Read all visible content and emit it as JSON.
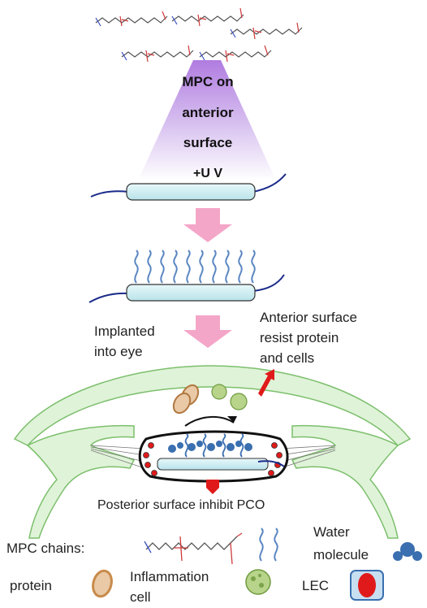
{
  "top": {
    "mpc_line1": "MPC on",
    "mpc_line2": "anterior",
    "mpc_line3": "surface",
    "uv": "+U V"
  },
  "labels": {
    "implanted_line1": "Implanted",
    "implanted_line2": "into eye",
    "anterior_line1": "Anterior surface",
    "anterior_line2": "resist protein",
    "anterior_line3": "and cells",
    "posterior": "Posterior surface inhibit PCO"
  },
  "legend": {
    "mpc_chains": "MPC chains:",
    "water_line1": "Water",
    "water_line2": "molecule",
    "protein": "protein",
    "inflammation_line1": "Inflammation",
    "inflammation_line2": "cell",
    "lec": "LEC"
  },
  "colors": {
    "arrow_pink": "#f4a6c8",
    "lens_fill": "#cdeef2",
    "lens_stroke": "#3a3a3a",
    "haptic": "#1a2a8a",
    "eye_fill": "#dff3d8",
    "eye_stroke": "#8cc47a",
    "chain_blue": "#3a6fb0",
    "red_arrow": "#e01a1a",
    "protein_fill": "#e9c9a6",
    "inflam_fill": "#b7d48a"
  }
}
